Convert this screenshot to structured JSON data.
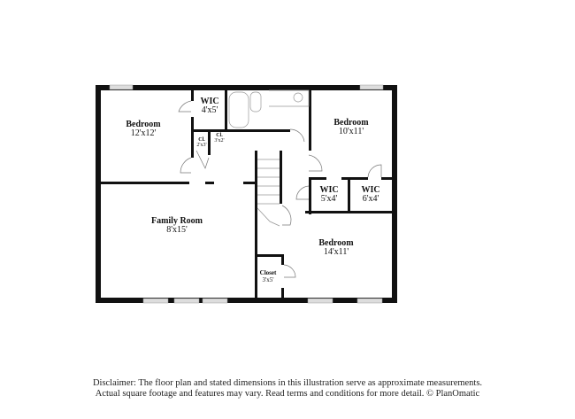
{
  "rooms": [
    {
      "name": "Bedroom",
      "size": "12'x12'"
    },
    {
      "name": "WIC",
      "size": "4'x5'"
    },
    {
      "name": "Cl.",
      "size": "2'x3'"
    },
    {
      "name": "Cl.",
      "size": "3'x2'"
    },
    {
      "name": "Bedroom",
      "size": "10'x11'"
    },
    {
      "name": "WIC",
      "size": "5'x4'"
    },
    {
      "name": "WIC",
      "size": "6'x4'"
    },
    {
      "name": "Family Room",
      "size": "8'x15'"
    },
    {
      "name": "Bedroom",
      "size": "14'x11'"
    },
    {
      "name": "Closet",
      "size": "3'x5'"
    }
  ],
  "disclaimer": {
    "line1": "Disclaimer: The floor plan and stated dimensions in this illustration serve as approximate measurements.",
    "line2": "Actual square footage and features may vary. Read terms and conditions for more detail. © PlanOmatic"
  },
  "colors": {
    "wall": "#111111",
    "window": "#d8d8d8"
  }
}
